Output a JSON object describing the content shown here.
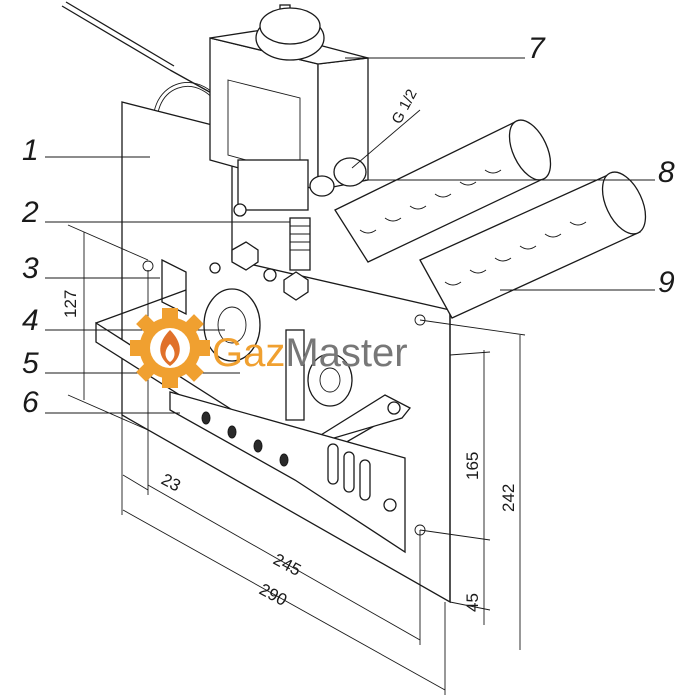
{
  "callouts": [
    "1",
    "2",
    "3",
    "4",
    "5",
    "6",
    "7",
    "8",
    "9"
  ],
  "dimensions": {
    "d127": "127",
    "d23": "23",
    "d245": "245",
    "d290": "290",
    "d165": "165",
    "d242": "242",
    "d45": "45"
  },
  "thread_label": "G 1/2",
  "logo": {
    "part1": "Gaz",
    "part2": "Master",
    "color_orange": "#f0a030",
    "color_gray": "#777777",
    "icon": "gear-flame-icon"
  }
}
